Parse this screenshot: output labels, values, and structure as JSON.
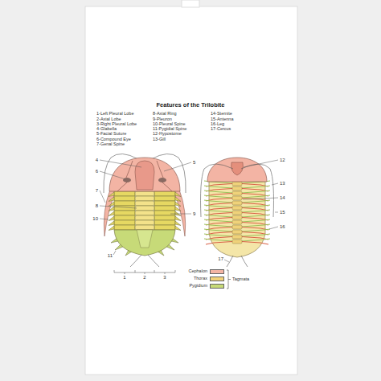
{
  "diagram": {
    "title": "Features of the Trilobite",
    "labels": [
      "1-Left Pleural Lobe",
      "2-Axial Lobe",
      "3-Right Pleural Lobe",
      "4-Glabella",
      "5-Facial Suture",
      "6-Compound Eye",
      "7-Genal Spine",
      "8-Axial Ring",
      "9-Pleuron",
      "10-Pleural Spine",
      "11-Pygidial Spine",
      "12-Hypostome",
      "13-Gill",
      "14-Sternite",
      "15-Antenna",
      "16-Leg",
      "17-Cercus",
      "4",
      "5",
      "6",
      "7",
      "8",
      "10",
      "9",
      "11",
      "1",
      "2",
      "3",
      "12",
      "13",
      "14",
      "15",
      "16",
      "17",
      "Tagmata"
    ],
    "legend": [
      {
        "text": "Cephalon",
        "color": "#f3b4a4"
      },
      {
        "text": "Thorax",
        "color": "#f2d27a"
      },
      {
        "text": "Pygidium",
        "color": "#c7da78"
      }
    ]
  }
}
